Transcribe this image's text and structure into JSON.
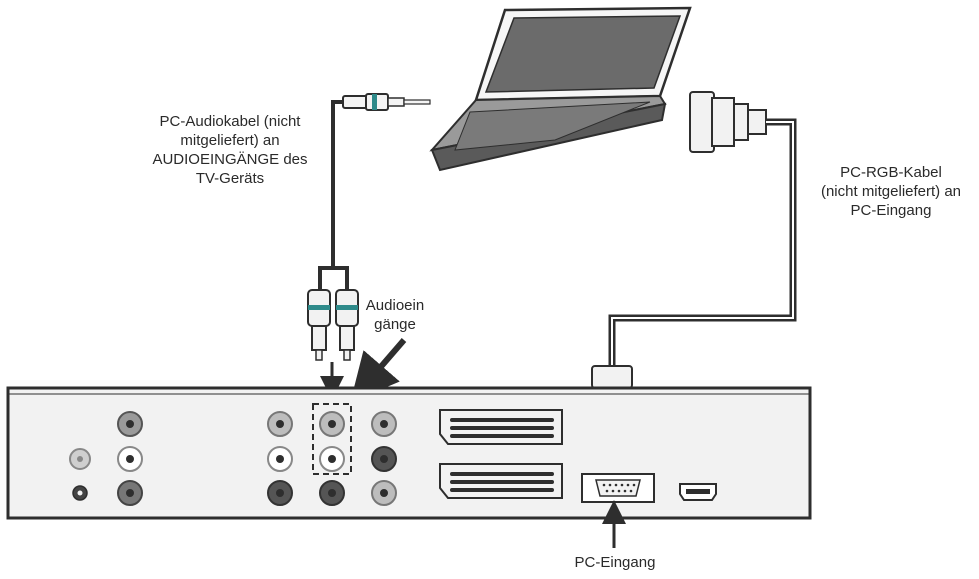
{
  "labels": {
    "audio_cable": [
      "PC-Audiokabel (nicht",
      "mitgeliefert) an",
      "AUDIOEINGÄNGE des",
      "TV-Geräts"
    ],
    "audio_inputs": [
      "Audioein",
      "gänge"
    ],
    "rgb_cable": [
      "PC-RGB-Kabel",
      "(nicht mitgeliefert) an",
      "PC-Eingang"
    ],
    "pc_input": "PC-Eingang"
  },
  "colors": {
    "line": "#2e2e2e",
    "device_fill": "#f2f2f2",
    "laptop_screen": "#6b6b6b",
    "laptop_base": "#5a5a5a",
    "jack_outer": "#d7d7d7",
    "jack_dark": "#555555",
    "plug_accent": "#2e8a8a"
  }
}
